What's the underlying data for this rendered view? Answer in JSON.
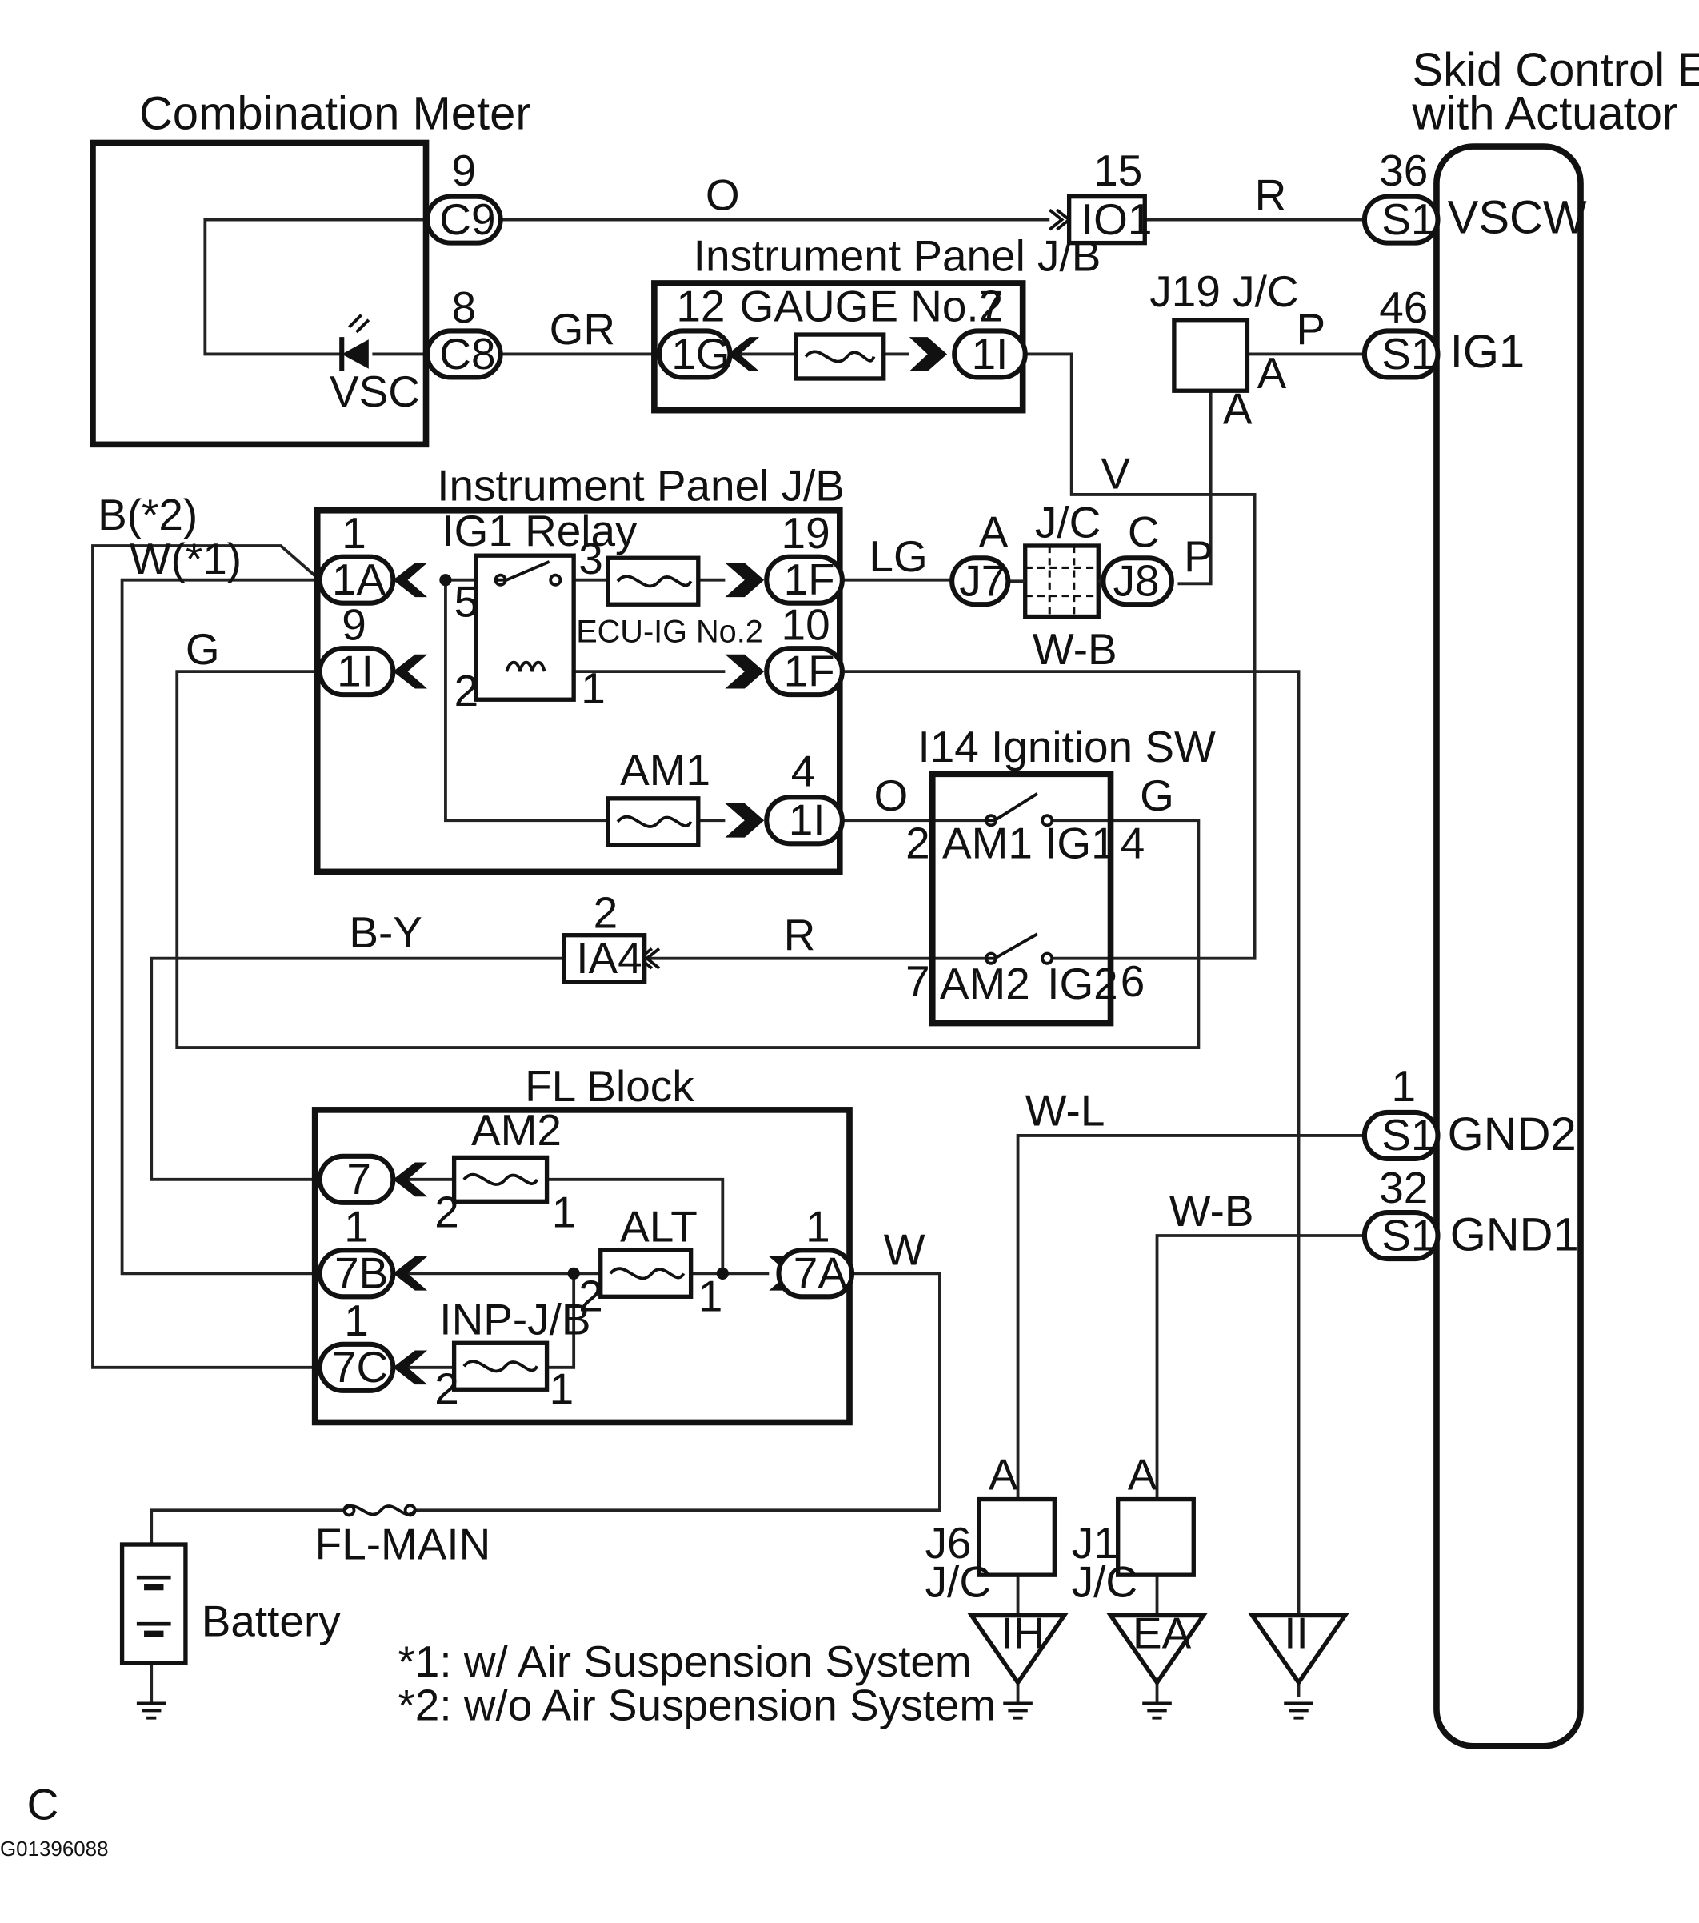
{
  "blocks": {
    "combination_meter": "Combination Meter",
    "skid_ecu_line1": "Skid Control ECU",
    "skid_ecu_line2": "with Actuator",
    "ip_jb_top": "Instrument Panel J/B",
    "ip_jb_main": "Instrument Panel J/B",
    "fl_block": "FL Block",
    "ignition_sw": "I14 Ignition SW",
    "j19": "J19 J/C",
    "jc_mid": "J/C",
    "battery": "Battery",
    "fl_main": "FL-MAIN"
  },
  "components": {
    "vsc_lamp": "VSC",
    "gauge_fuse": "GAUGE No.2",
    "ig1_relay": "IG1 Relay",
    "ecu_ig_fuse": "ECU-IG No.2",
    "am1_fuse": "AM1",
    "am2_fuse": "AM2",
    "alt_fuse": "ALT",
    "inp_jb_fuse": "INP-J/B",
    "sw_am1": "AM1",
    "sw_ig1": "IG1",
    "sw_am2": "AM2",
    "sw_ig2": "IG2"
  },
  "connectors": {
    "c9": "C9",
    "c8": "C8",
    "io1": "IO1",
    "s1_vscw": "S1",
    "s1_ig1": "S1",
    "g1": "1G",
    "i1_gauge": "1I",
    "a1": "1A",
    "f1_19": "1F",
    "i1_9": "1I",
    "f1_10": "1F",
    "i1_4": "1I",
    "j7": "J7",
    "j8": "J8",
    "ia4": "IA4",
    "fl7": "7",
    "fl7b": "7B",
    "fl7a": "7A",
    "fl7c": "7C",
    "s1_gnd2": "S1",
    "s1_gnd1": "S1",
    "j6": "J6",
    "j1": "J1"
  },
  "pins": {
    "c9": "9",
    "c8": "8",
    "io1": "15",
    "vscw": "36",
    "ig1_ecu": "46",
    "g1": "12",
    "i1_gauge": "7",
    "a1": "1",
    "relay_3": "3",
    "relay_5": "5",
    "relay_2": "2",
    "relay_1": "1",
    "f1_19": "19",
    "i1_9": "9",
    "f1_10": "10",
    "i1_4": "4",
    "sw_2": "2",
    "sw_4": "4",
    "sw_7": "7",
    "sw_6": "6",
    "ia4": "2",
    "gnd2": "1",
    "gnd1": "32",
    "fl7b": "1",
    "fl7a": "1",
    "fl7c": "1",
    "am2_2": "2",
    "am2_1": "1",
    "alt_2": "2",
    "alt_1": "1",
    "inp_2": "2",
    "inp_1": "1",
    "j7_a": "A",
    "j8_c": "C",
    "j19_a_right": "A",
    "j19_a_bottom": "A",
    "j6_a": "A",
    "j1_a": "A"
  },
  "ecu_terminals": {
    "vscw": "VSCW",
    "ig1": "IG1",
    "gnd2": "GND2",
    "gnd1": "GND1"
  },
  "wires": {
    "o_top": "O",
    "r_top": "R",
    "gr": "GR",
    "p_top": "P",
    "v": "V",
    "b2": "B(*2)",
    "w1": "W(*1)",
    "lg": "LG",
    "p_mid": "P",
    "g_left": "G",
    "wb_mid": "W-B",
    "o_mid": "O",
    "g_right": "G",
    "by": "B-Y",
    "r_mid": "R",
    "wl": "W-L",
    "wb_bottom": "W-B",
    "w_fl": "W"
  },
  "jc_suffix": {
    "j6": "J/C",
    "j1": "J/C"
  },
  "grounds": {
    "ih": "IH",
    "ea": "EA",
    "ii": "II"
  },
  "notes": {
    "note1": "*1: w/ Air Suspension System",
    "note2": "*2: w/o Air Suspension System"
  },
  "footer": {
    "letter": "C",
    "figure_id": "G01396088"
  }
}
